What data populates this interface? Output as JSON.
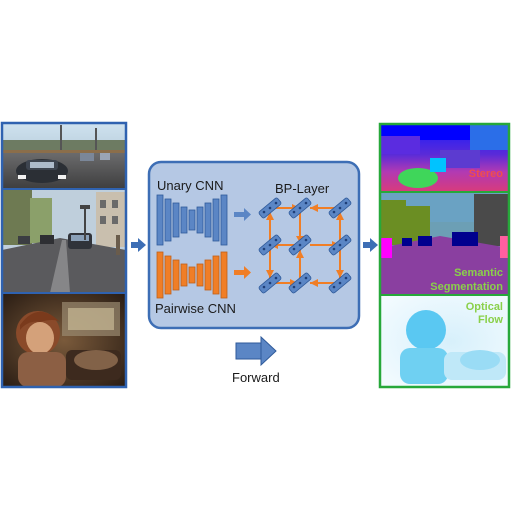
{
  "diagram": {
    "unary_label": "Unary CNN",
    "pairwise_label": "Pairwise CNN",
    "bp_label": "BP-Layer",
    "forward_label": "Forward"
  },
  "outputs": {
    "stereo_label": "Stereo",
    "semantic_label_line1": "Semantic",
    "semantic_label_line2": "Segmentation",
    "flow_label_line1": "Optical",
    "flow_label_line2": "Flow"
  },
  "colors": {
    "input_border": "#2f62b0",
    "output_border": "#27a83a",
    "box_fill": "#b5c8e4",
    "box_border": "#3d6eb5",
    "unary_blue": "#5b86c5",
    "pairwise_orange": "#f07e26",
    "stereo_text": "#f04d4d",
    "semantic_text": "#8ad04a",
    "flow_text": "#8ad04a"
  }
}
